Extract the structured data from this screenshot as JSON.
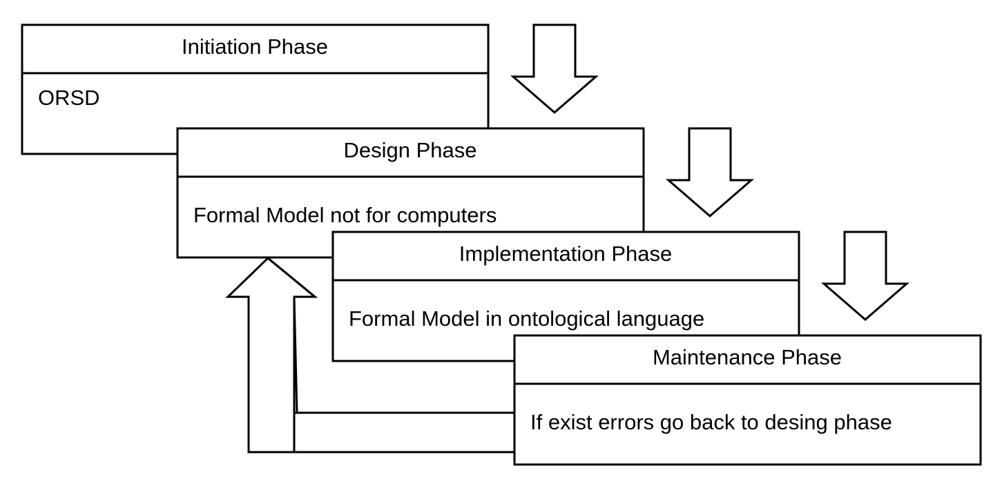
{
  "phases": [
    {
      "title": "Initiation Phase",
      "body": "ORSD"
    },
    {
      "title": "Design Phase",
      "body": "Formal Model not for computers"
    },
    {
      "title": "Implementation Phase",
      "body": "Formal Model in ontological language"
    },
    {
      "title": "Maintenance Phase",
      "body": "If exist errors go back to desing phase"
    }
  ],
  "colors": {
    "stroke": "#000000",
    "fill": "#ffffff"
  },
  "icons": [
    "arrow-down-icon",
    "arrow-down-icon",
    "arrow-down-icon",
    "arrow-up-icon",
    "arrow-up-icon"
  ]
}
